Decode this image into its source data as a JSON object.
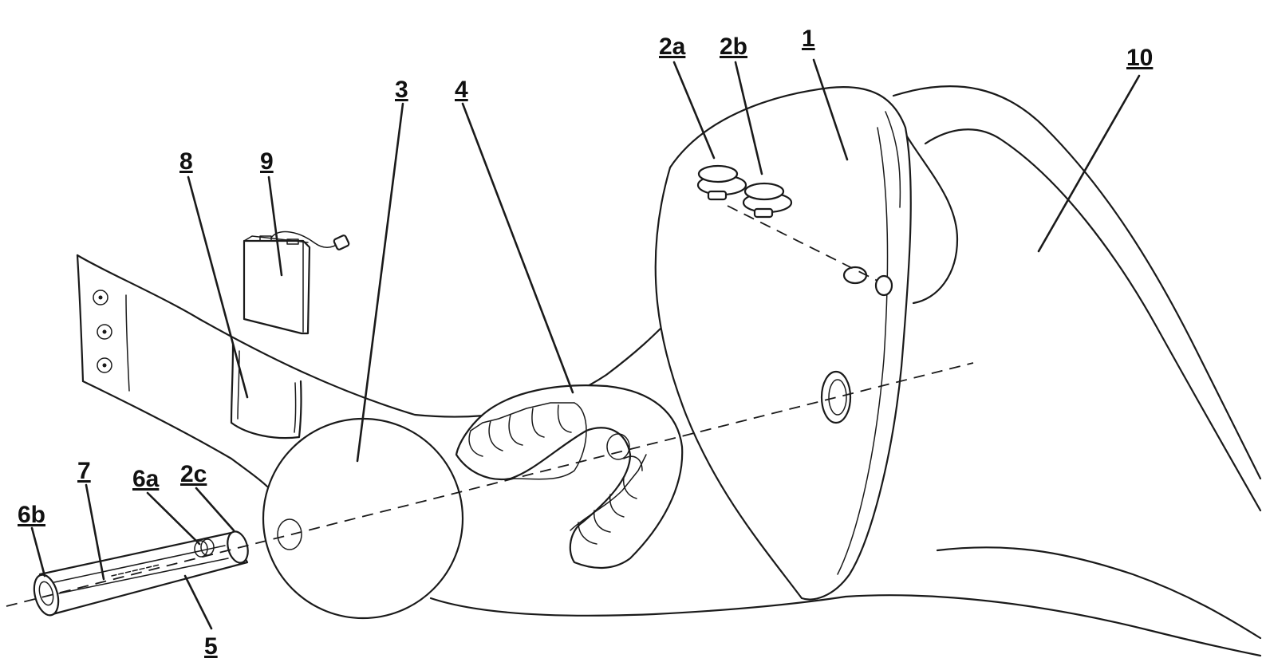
{
  "labels": {
    "l1": "1",
    "l2a": "2a",
    "l2b": "2b",
    "l2c": "2c",
    "l3": "3",
    "l4": "4",
    "l5": "5",
    "l6a": "6a",
    "l6b": "6b",
    "l7": "7",
    "l8": "8",
    "l9": "9",
    "l10": "10"
  }
}
